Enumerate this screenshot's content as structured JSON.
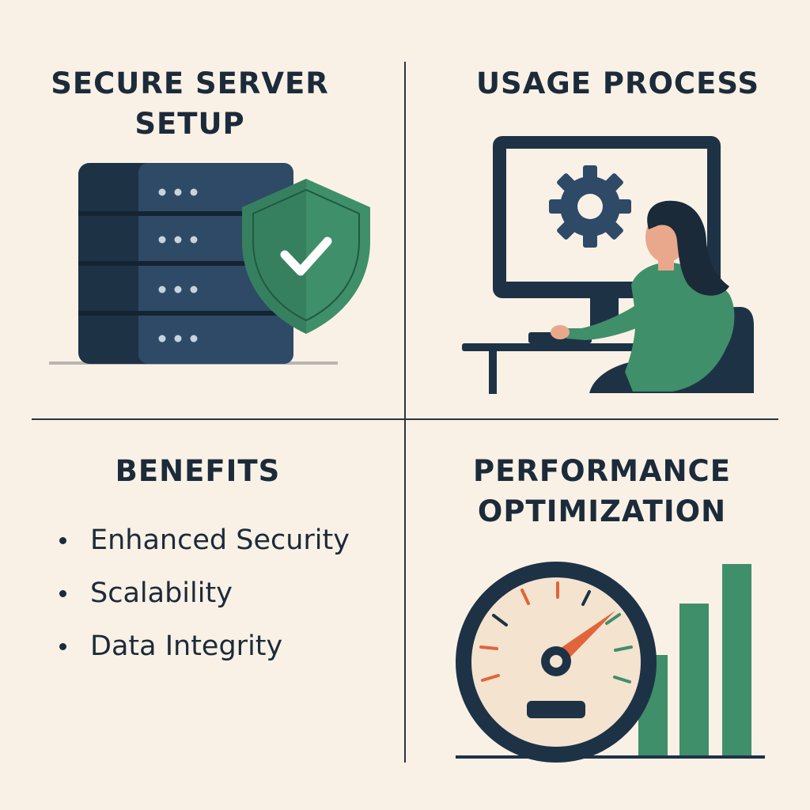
{
  "panels": {
    "secure_server": {
      "title_line1": "SECURE SERVER",
      "title_line2": "SETUP"
    },
    "usage_process": {
      "title": "USAGE PROCESS"
    },
    "benefits": {
      "title": "BENEFITS",
      "items": [
        "Enhanced Security",
        "Scalability",
        "Data Integrity"
      ]
    },
    "performance": {
      "title_line1": "PERFORMANCE",
      "title_line2": "OPTIMIZATION"
    }
  },
  "colors": {
    "background": "#faf1e6",
    "navy": "#1c2b3a",
    "server_blue": "#2e4a66",
    "server_dark": "#1e3246",
    "green": "#3f8f6a",
    "orange": "#e2643a",
    "gauge_face": "#f4e3cf"
  },
  "icons": {
    "server": "server-rack-icon",
    "shield": "shield-check-icon",
    "gear": "gear-icon",
    "speedometer": "speedometer-icon"
  }
}
